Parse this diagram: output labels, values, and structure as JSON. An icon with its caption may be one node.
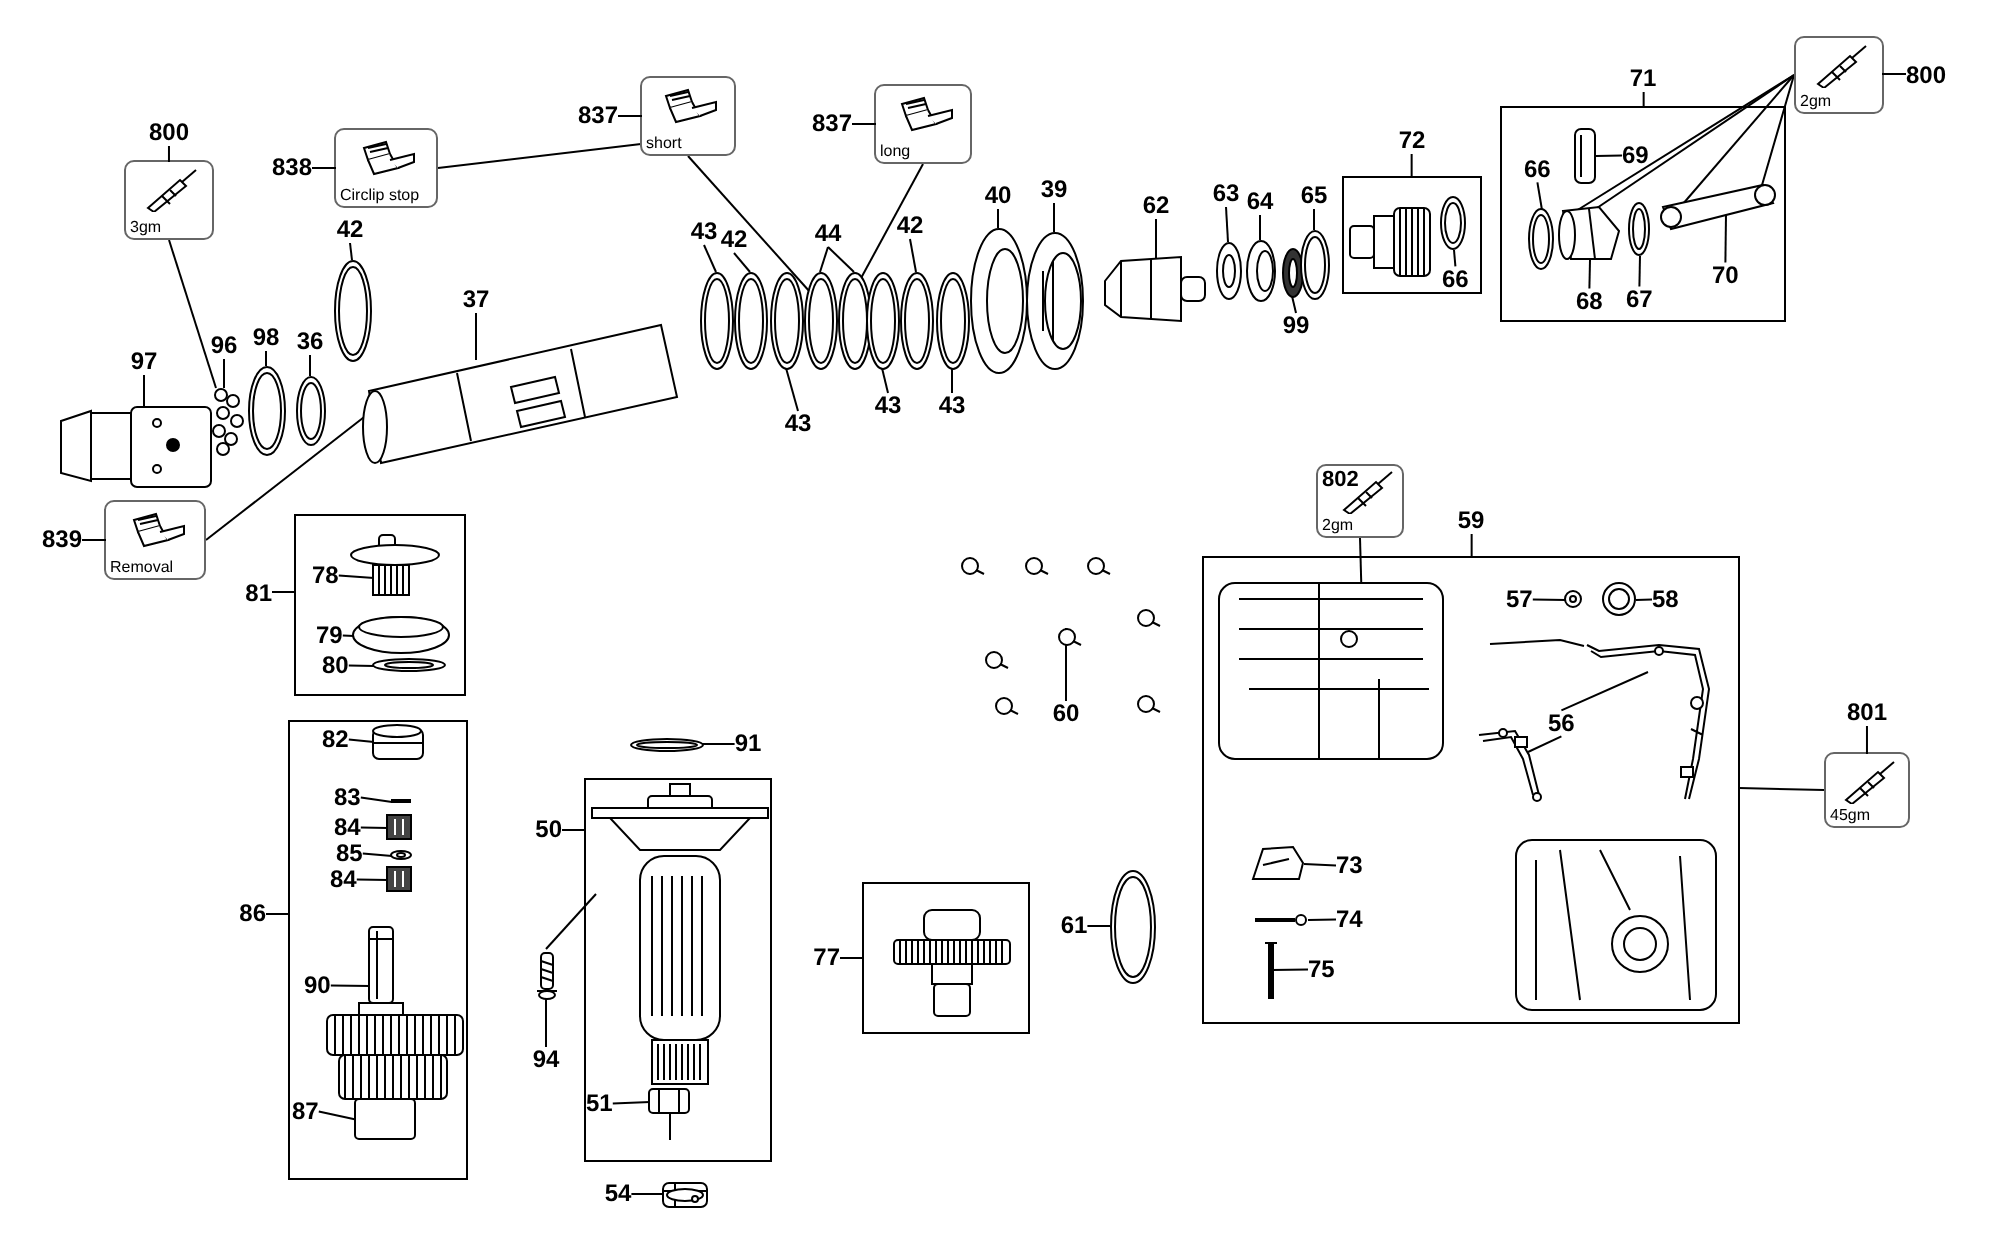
{
  "diagram": {
    "nodes": [
      {
        "text": [
          "800",
          "3gm"
        ]
      },
      {
        "text": [
          "838",
          "Circlip stop"
        ]
      },
      {
        "text": [
          "837",
          "short"
        ]
      },
      {
        "text": [
          "837",
          "long"
        ]
      },
      {
        "text": [
          "71"
        ]
      },
      {
        "text": [
          "66"
        ],
        "in": 4
      },
      {
        "text": [
          "69"
        ],
        "in": 4
      },
      {
        "text": [
          "68"
        ],
        "in": 4
      },
      {
        "text": [
          "67"
        ],
        "in": 4
      },
      {
        "text": [
          "70"
        ],
        "in": 4
      },
      {
        "text": [
          "800",
          "2gm"
        ]
      },
      {
        "text": [
          "72"
        ]
      },
      {
        "text": [
          "66"
        ],
        "in": 11
      },
      {
        "text": [
          "42"
        ]
      },
      {
        "text": [
          "43"
        ]
      },
      {
        "text": [
          "42"
        ]
      },
      {
        "text": [
          "44"
        ]
      },
      {
        "text": [
          "42"
        ]
      },
      {
        "text": [
          "40"
        ]
      },
      {
        "text": [
          "39"
        ]
      },
      {
        "text": [
          "62"
        ]
      },
      {
        "text": [
          "63"
        ]
      },
      {
        "text": [
          "64"
        ]
      },
      {
        "text": [
          "65"
        ]
      },
      {
        "text": [
          "37"
        ]
      },
      {
        "text": [
          "96"
        ]
      },
      {
        "text": [
          "98"
        ]
      },
      {
        "text": [
          "36"
        ]
      },
      {
        "text": [
          "97"
        ]
      },
      {
        "text": [
          "99"
        ]
      },
      {
        "text": [
          "43"
        ]
      },
      {
        "text": [
          "43"
        ]
      },
      {
        "text": [
          "43"
        ]
      },
      {
        "text": [
          "839",
          "Removal"
        ]
      },
      {
        "text": [
          "802",
          "2gm"
        ]
      },
      {
        "text": [
          "59"
        ]
      },
      {
        "text": [
          "57"
        ],
        "in": 35
      },
      {
        "text": [
          "58"
        ],
        "in": 35
      },
      {
        "text": [
          "56"
        ],
        "in": 35
      },
      {
        "text": [
          "73"
        ],
        "in": 35
      },
      {
        "text": [
          "74"
        ],
        "in": 35
      },
      {
        "text": [
          "75"
        ],
        "in": 35
      },
      {
        "text": [
          "81"
        ]
      },
      {
        "text": [
          "78"
        ],
        "in": 42
      },
      {
        "text": [
          "79"
        ],
        "in": 42
      },
      {
        "text": [
          "80"
        ],
        "in": 42
      },
      {
        "text": [
          "60"
        ]
      },
      {
        "text": [
          "801",
          "45gm"
        ]
      },
      {
        "text": [
          "86"
        ]
      },
      {
        "text": [
          "82"
        ],
        "in": 48
      },
      {
        "text": [
          "83"
        ],
        "in": 48
      },
      {
        "text": [
          "84"
        ],
        "in": 48
      },
      {
        "text": [
          "85"
        ],
        "in": 48
      },
      {
        "text": [
          "84"
        ],
        "in": 48
      },
      {
        "text": [
          "90"
        ],
        "in": 48
      },
      {
        "text": [
          "87"
        ],
        "in": 48
      },
      {
        "text": [
          "91"
        ]
      },
      {
        "text": [
          "50"
        ]
      },
      {
        "text": [
          "51"
        ],
        "in": 57
      },
      {
        "text": [
          "94"
        ]
      },
      {
        "text": [
          "77"
        ]
      },
      {
        "text": [
          "61"
        ]
      },
      {
        "text": [
          "54"
        ]
      },
      {
        "text": [],
        "shape": "picture"
      },
      {
        "text": [],
        "shape": "picture"
      },
      {
        "text": [],
        "shape": "picture"
      },
      {
        "text": [],
        "shape": "picture"
      },
      {
        "text": [],
        "shape": "picture"
      },
      {
        "text": [],
        "shape": "picture"
      },
      {
        "text": [],
        "shape": "picture"
      },
      {
        "text": [],
        "shape": "picture"
      },
      {
        "text": [],
        "shape": "picture"
      },
      {
        "text": [],
        "shape": "picture"
      },
      {
        "text": [],
        "shape": "picture"
      },
      {
        "text": [],
        "shape": "picture"
      },
      {
        "text": [],
        "shape": "picture"
      },
      {
        "text": [],
        "shape": "picture"
      },
      {
        "text": [],
        "shape": "picture"
      },
      {
        "text": [],
        "shape": "picture"
      },
      {
        "text": [],
        "shape": "picture"
      },
      {
        "text": [],
        "shape": "picture"
      },
      {
        "text": [],
        "shape": "picture"
      },
      {
        "text": [],
        "shape": "picture"
      },
      {
        "text": [],
        "shape": "picture"
      },
      {
        "text": [],
        "shape": "picture",
        "in": 11
      },
      {
        "text": [],
        "shape": "picture",
        "in": 4
      },
      {
        "text": [],
        "shape": "picture",
        "in": 4
      },
      {
        "text": [],
        "shape": "picture",
        "in": 4
      },
      {
        "text": [],
        "shape": "picture",
        "in": 4
      },
      {
        "text": [],
        "shape": "picture",
        "in": 4
      },
      {
        "text": [],
        "shape": "picture",
        "in": 42
      },
      {
        "text": [],
        "shape": "picture",
        "in": 42
      },
      {
        "text": [],
        "shape": "picture",
        "in": 42
      },
      {
        "text": [],
        "shape": "picture",
        "in": 48
      },
      {
        "text": [],
        "shape": "picture",
        "in": 48
      },
      {
        "text": [],
        "shape": "picture",
        "in": 48
      },
      {
        "text": [],
        "shape": "picture",
        "in": 48
      },
      {
        "text": [],
        "shape": "picture",
        "in": 48
      },
      {
        "text": [],
        "shape": "picture",
        "in": 48
      },
      {
        "text": [],
        "shape": "picture",
        "in": 48
      },
      {
        "text": [],
        "shape": "picture"
      },
      {
        "text": [],
        "shape": "picture",
        "in": 57
      },
      {
        "text": [],
        "shape": "picture"
      },
      {
        "text": [],
        "shape": "picture"
      },
      {
        "text": [],
        "shape": "picture"
      },
      {
        "text": [],
        "shape": "picture"
      },
      {
        "text": [],
        "shape": "picture",
        "in": 35
      },
      {
        "text": [],
        "shape": "picture",
        "in": 35
      },
      {
        "text": [],
        "shape": "picture",
        "in": 35
      },
      {
        "text": [],
        "shape": "picture",
        "in": 35
      },
      {
        "text": [],
        "shape": "picture",
        "in": 35
      },
      {
        "text": [],
        "shape": "picture",
        "in": 35
      },
      {
        "text": [],
        "shape": "picture",
        "in": 35
      },
      {
        "text": [],
        "shape": "picture",
        "in": 35
      }
    ],
    "edges": [
      {
        "from": 0,
        "to": 63,
        "arrow": "none"
      },
      {
        "from": 1,
        "to": 2,
        "arrow": "none"
      },
      {
        "from": 2,
        "to": 72,
        "arrow": "none"
      },
      {
        "from": 3,
        "to": 73,
        "arrow": "none"
      },
      {
        "from": 10,
        "to": 87,
        "arrow": "none"
      },
      {
        "from": 10,
        "to": 87,
        "arrow": "none"
      },
      {
        "from": 10,
        "to": 89,
        "arrow": "none"
      },
      {
        "from": 10,
        "to": 89,
        "arrow": "none"
      },
      {
        "from": 5,
        "to": 85,
        "arrow": "none"
      },
      {
        "from": 6,
        "to": 86,
        "arrow": "none"
      },
      {
        "from": 7,
        "to": 87,
        "arrow": "none"
      },
      {
        "from": 8,
        "to": 88,
        "arrow": "none"
      },
      {
        "from": 9,
        "to": 89,
        "arrow": "none"
      },
      {
        "from": 12,
        "to": 84,
        "arrow": "none"
      },
      {
        "from": 13,
        "to": 67,
        "arrow": "none"
      },
      {
        "from": 14,
        "to": 69,
        "arrow": "none"
      },
      {
        "from": 15,
        "to": 70,
        "arrow": "none"
      },
      {
        "from": 16,
        "to": 72,
        "arrow": "none"
      },
      {
        "from": 16,
        "to": 73,
        "arrow": "none"
      },
      {
        "from": 17,
        "to": 75,
        "arrow": "none"
      },
      {
        "from": 18,
        "to": 77,
        "arrow": "none"
      },
      {
        "from": 19,
        "to": 78,
        "arrow": "none"
      },
      {
        "from": 20,
        "to": 79,
        "arrow": "none"
      },
      {
        "from": 21,
        "to": 80,
        "arrow": "none"
      },
      {
        "from": 22,
        "to": 81,
        "arrow": "none"
      },
      {
        "from": 23,
        "to": 83,
        "arrow": "none"
      },
      {
        "from": 24,
        "to": 68,
        "arrow": "none"
      },
      {
        "from": 25,
        "to": 63,
        "arrow": "none"
      },
      {
        "from": 26,
        "to": 65,
        "arrow": "none"
      },
      {
        "from": 27,
        "to": 66,
        "arrow": "none"
      },
      {
        "from": 28,
        "to": 64,
        "arrow": "none"
      },
      {
        "from": 29,
        "to": 82,
        "arrow": "none"
      },
      {
        "from": 30,
        "to": 71,
        "arrow": "none"
      },
      {
        "from": 31,
        "to": 74,
        "arrow": "none"
      },
      {
        "from": 32,
        "to": 76,
        "arrow": "none"
      },
      {
        "from": 33,
        "to": 68,
        "arrow": "none"
      },
      {
        "from": 34,
        "to": 106,
        "arrow": "none"
      },
      {
        "from": 47,
        "to": 35,
        "arrow": "none"
      },
      {
        "from": 36,
        "to": 107,
        "arrow": "none"
      },
      {
        "from": 37,
        "to": 108,
        "arrow": "none"
      },
      {
        "from": 38,
        "to": 109,
        "arrow": "none"
      },
      {
        "from": 38,
        "to": 113,
        "arrow": "none"
      },
      {
        "from": 39,
        "to": 110,
        "arrow": "none"
      },
      {
        "from": 40,
        "to": 111,
        "arrow": "none"
      },
      {
        "from": 41,
        "to": 112,
        "arrow": "none"
      },
      {
        "from": 43,
        "to": 90,
        "arrow": "none"
      },
      {
        "from": 44,
        "to": 91,
        "arrow": "none"
      },
      {
        "from": 45,
        "to": 92,
        "arrow": "none"
      },
      {
        "from": 46,
        "to": 105,
        "arrow": "none"
      },
      {
        "from": 49,
        "to": 93,
        "arrow": "none"
      },
      {
        "from": 50,
        "to": 94,
        "arrow": "none"
      },
      {
        "from": 51,
        "to": 95,
        "arrow": "none"
      },
      {
        "from": 52,
        "to": 96,
        "arrow": "none"
      },
      {
        "from": 53,
        "to": 97,
        "arrow": "none"
      },
      {
        "from": 54,
        "to": 98,
        "arrow": "none"
      },
      {
        "from": 55,
        "to": 99,
        "arrow": "none"
      },
      {
        "from": 56,
        "to": 100,
        "arrow": "none"
      },
      {
        "from": 58,
        "to": 101,
        "arrow": "none"
      },
      {
        "from": 59,
        "to": 102,
        "arrow": "none"
      },
      {
        "from": 61,
        "to": 104,
        "arrow": "none"
      },
      {
        "from": 62,
        "to": 103,
        "arrow": "none"
      },
      {
        "from": 102,
        "to": 57,
        "arrow": "none"
      }
    ]
  }
}
